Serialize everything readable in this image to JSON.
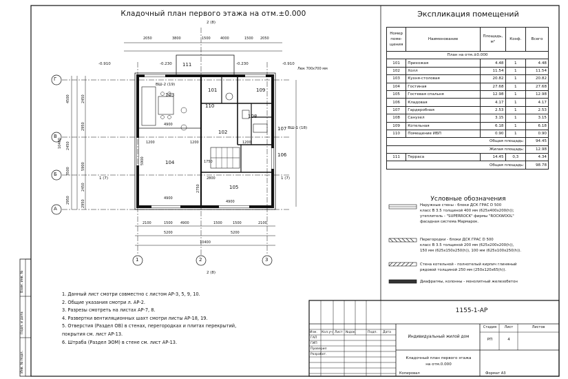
{
  "plan": {
    "title": "Кладочный план первого этажа на отм.±0.000",
    "section_mark": "2 (8)",
    "window_note": "Люк 700х700 мм",
    "vent_labels": [
      "ВШ-2 (19)",
      "ВШ-1 (18)"
    ],
    "axes_letters": [
      "Г",
      "В",
      "Б",
      "А"
    ],
    "axes_numbers": [
      "1",
      "2",
      "3"
    ],
    "levels": [
      "-0.910",
      "-0.230",
      "-0.230",
      "-0.910"
    ],
    "side_ref": [
      "1 (7)",
      "1 (7)"
    ],
    "room_numbers": [
      "111",
      "101",
      "109",
      "103",
      "110",
      "108",
      "107",
      "102",
      "104",
      "106",
      "105"
    ],
    "top_dims": [
      "2050",
      "3800",
      "1500",
      "4000",
      "1500",
      "2050"
    ],
    "bottom_dims_1": [
      "2100",
      "1500",
      "4900",
      "1500",
      "1500",
      "2100"
    ],
    "bottom_dims_2": [
      "5200",
      "5200"
    ],
    "bottom_total": "10400",
    "left_dims": [
      "4500",
      "2450",
      "3500",
      "2950"
    ],
    "left_total": "10400",
    "left_inner": [
      "2450",
      "2950",
      "5900",
      "2450",
      "2950"
    ],
    "inner_dims": [
      "4900",
      "4900",
      "4900",
      "2800",
      "1200",
      "1200",
      "1200",
      "1750",
      "5900",
      "2750"
    ]
  },
  "explication": {
    "title": "Экспликация помещений",
    "headers": [
      "Номер поме-щения",
      "Наименование",
      "Площадь, м²",
      "Коэф.",
      "Всего"
    ],
    "floor_row": "План на отм.±0.000",
    "rows": [
      {
        "num": "101",
        "name": "Прихожая",
        "area": "4.48",
        "k": "1",
        "total": "4.48"
      },
      {
        "num": "102",
        "name": "Холл",
        "area": "11.54",
        "k": "1",
        "total": "11.54"
      },
      {
        "num": "103",
        "name": "Кухня-столовая",
        "area": "20.82",
        "k": "1",
        "total": "20.82"
      },
      {
        "num": "104",
        "name": "Гостиная",
        "area": "27.68",
        "k": "1",
        "total": "27.68"
      },
      {
        "num": "105",
        "name": "Гостевая спальня",
        "area": "12.98",
        "k": "1",
        "total": "12.98"
      },
      {
        "num": "106",
        "name": "Кладовая",
        "area": "4.17",
        "k": "1",
        "total": "4.17"
      },
      {
        "num": "107",
        "name": "Гардеробная",
        "area": "2.53",
        "k": "1",
        "total": "2.53"
      },
      {
        "num": "108",
        "name": "Санузел",
        "area": "3.15",
        "k": "1",
        "total": "3.15"
      },
      {
        "num": "109",
        "name": "Котельная",
        "area": "6.18",
        "k": "1",
        "total": "6.18"
      },
      {
        "num": "110",
        "name": "Помещение ИБП",
        "area": "0.90",
        "k": "1",
        "total": "0.90"
      }
    ],
    "total_area_label": "Общая площадь:",
    "total_area_value": "94.45",
    "living_area_label": "Жилая площадь:",
    "living_area_value": "12.98",
    "terrace": {
      "num": "111",
      "name": "Терраса",
      "area": "14.45",
      "k": "0,3",
      "total": "4.34"
    },
    "grand_total_label": "Общая площадь:",
    "grand_total_value": "98.78"
  },
  "legend": {
    "title": "Условные обозначения",
    "items": [
      [
        "Наружные стены - блоки ДСК ГРАС D 500",
        "класс В 3.5 толщиной 400 мм (625х400х200(h));",
        "утеплитель - \"SUPERROCK\" фирмы \"ROCKWOOL\"",
        "фасадная система Мармарок."
      ],
      [
        "Перегородки - блоки ДСК ГРАС D 500",
        "класс В 3.5 толщиной 200 мм (625х200х200(h)),",
        "150 мм (625х150х250(h)), 100 мм (625х100х250(h))."
      ],
      [
        "Стена котельной - полнотелый кирпич глиняный",
        "рядовой толщиной 250 мм (250х120х65(h))."
      ],
      [
        "Диафрагмы, колонны - монолитный железобетон"
      ]
    ]
  },
  "notes": [
    "1. Данный лист смотри совместно с листом АР-3, 5, 9, 10.",
    "2. Общие указания смотри л. АР-2.",
    "3. Разрезы смотреть на листах АР-7, 8.",
    "4. Развертки вентиляционных шахт смотри листы АР-18, 19.",
    "5. Отверстия (Раздел ОВ) в стенах, перегородках и плитах перекрытий,",
    "    покрытия см. лист АР-13.",
    "6. Штраба (Раздел ЭОМ) в стене см. лист АР-13."
  ],
  "side_stamp": [
    "Взам. инв. №",
    "Подп. и дата",
    "Инв. № подл."
  ],
  "stamp": {
    "code": "1155-1-АР",
    "row_headers": [
      "Изм.",
      "Кол.уч",
      "Лист",
      "№док.",
      "Подп.",
      "Дата"
    ],
    "roles": [
      "ГАП",
      "ГИП",
      "Проверил",
      "Разработ."
    ],
    "project": "Индивидуальный жилой дом",
    "stage_header": "Стадия",
    "sheet_header": "Лист",
    "sheets_header": "Листов",
    "stage": "РП",
    "sheet": "4",
    "sheets": "",
    "drawing_title_1": "Кладочный план первого этажа",
    "drawing_title_2": "на отм.0.000",
    "copied": "Копировал",
    "format": "Формат А3"
  }
}
